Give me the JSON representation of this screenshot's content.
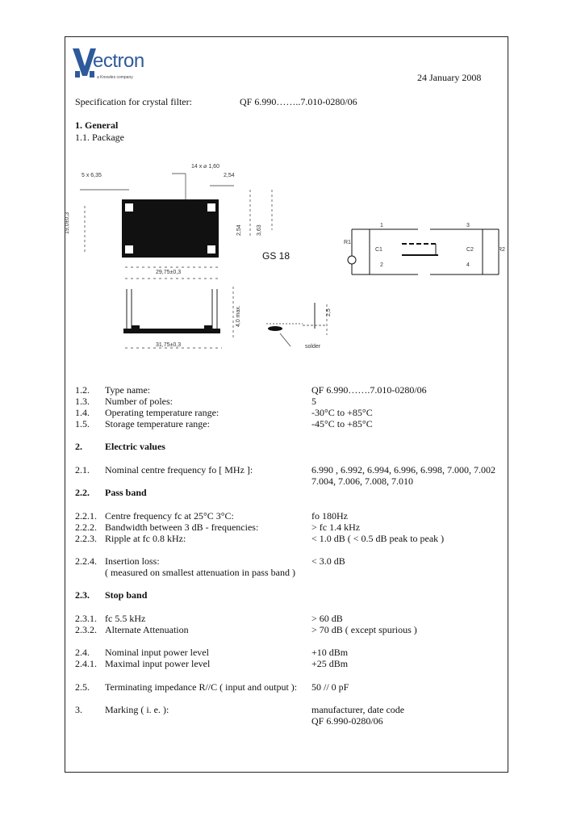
{
  "header": {
    "logo_text": "ectron",
    "logo_tagline": "a Knowles company",
    "date": "24 January 2008"
  },
  "spec": {
    "label": "Specification for crystal filter:",
    "part": "QF 6.990……..7.010-0280/06"
  },
  "general": {
    "heading": "1.  General",
    "package": "1.1.  Package"
  },
  "drawing": {
    "pins": "14 x ⌀ 1,60",
    "pitch": "5 x 6,35",
    "pin_spacing": "2,54",
    "width_top": "29,75±0,3",
    "height": "19,0±0,3",
    "dim_254": "2,54",
    "dim_363": "3,63",
    "package_name": "GS 18",
    "width_bottom": "31,75±0,3",
    "max_height": "4,0 max.",
    "pin_length": "2,5",
    "solder": "solder"
  },
  "schematic": {
    "r1": "R1",
    "c1": "C1",
    "c2": "C2",
    "r2": "R2",
    "pin1": "1",
    "pin2": "2",
    "pin3": "3",
    "pin4": "4"
  },
  "rows": [
    {
      "num": "1.2.",
      "label": "Type name:",
      "value": "QF 6.990…….7.010-0280/06"
    },
    {
      "num": "1.3.",
      "label": "Number of poles:",
      "value": "5"
    },
    {
      "num": "1.4.",
      "label": "Operating temperature range:",
      "value": "-30°C to +85°C"
    },
    {
      "num": "1.5.",
      "label": "Storage temperature range:",
      "value": "-45°C to +85°C"
    }
  ],
  "electric": {
    "num": "2.",
    "heading": "Electric values",
    "freq_num": "2.1.",
    "freq_label": "Nominal centre frequency fo [ MHz ]:",
    "freq_value_1": "6.990 , 6.992, 6.994, 6.996, 6.998, 7.000, 7.002",
    "freq_value_2": "7.004, 7.006, 7.008, 7.010"
  },
  "passband": {
    "num": "2.2.",
    "heading": "Pass band",
    "rows": [
      {
        "num": "2.2.1.",
        "label": "Centre frequency fc at 25°C  3°C:",
        "value": "fo  180Hz"
      },
      {
        "num": "2.2.2.",
        "label": "Bandwidth between  3 dB - frequencies:",
        "value": "> fc  1.4 kHz"
      },
      {
        "num": "2.2.3.",
        "label": "Ripple at  fc  0.8 kHz:",
        "value": "< 1.0 dB ( < 0.5 dB peak to peak )"
      }
    ],
    "loss_num": "2.2.4.",
    "loss_label": "Insertion loss:",
    "loss_note": "( measured on smallest attenuation in pass band )",
    "loss_value": "< 3.0 dB"
  },
  "stopband": {
    "num": "2.3.",
    "heading": "Stop band",
    "rows": [
      {
        "num": "2.3.1.",
        "label": "fc  5.5 kHz",
        "value": "> 60 dB"
      },
      {
        "num": "2.3.2.",
        "label": "Alternate Attenuation",
        "value": "> 70 dB ( except spurious )"
      }
    ]
  },
  "power": [
    {
      "num": "2.4.",
      "label": "Nominal input  power level",
      "value": "+10 dBm"
    },
    {
      "num": "2.4.1.",
      "label": "Maximal input power level",
      "value": "+25 dBm"
    }
  ],
  "impedance": {
    "num": "2.5.",
    "label": "Terminating impedance R//C ( input and output ):",
    "value": "50  // 0 pF"
  },
  "marking": {
    "num": "3.",
    "label": "Marking ( i. e. ):",
    "value_1": "manufacturer, date code",
    "value_2": "QF 6.990-0280/06"
  }
}
